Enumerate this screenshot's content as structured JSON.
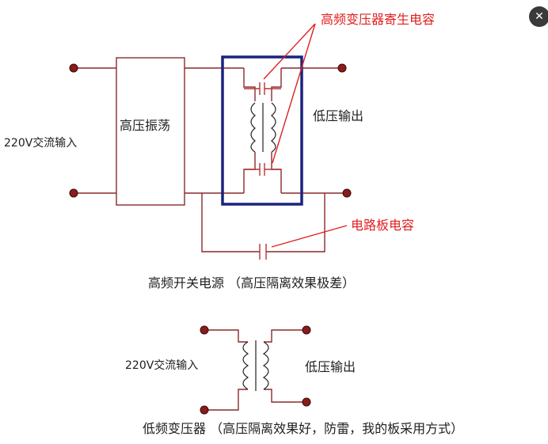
{
  "top_circuit": {
    "input_label": "220V交流输入",
    "oscillator_label": "高压振荡",
    "output_label": "低压输出",
    "parasitic_cap_label": "高频变压器寄生电容",
    "board_cap_label": "电路板电容",
    "caption": "高频开关电源 （高压隔离效果极差）"
  },
  "bottom_circuit": {
    "input_label": "220V交流输入",
    "output_label": "低压输出",
    "caption": "低频变压器 （高压隔离效果好，防雷，我的板采用方式）"
  },
  "icons": {
    "close": "close-icon"
  },
  "colors": {
    "wire": "#8a2a2a",
    "transformer_box": "#1a237e",
    "annotation": "#e02020"
  }
}
